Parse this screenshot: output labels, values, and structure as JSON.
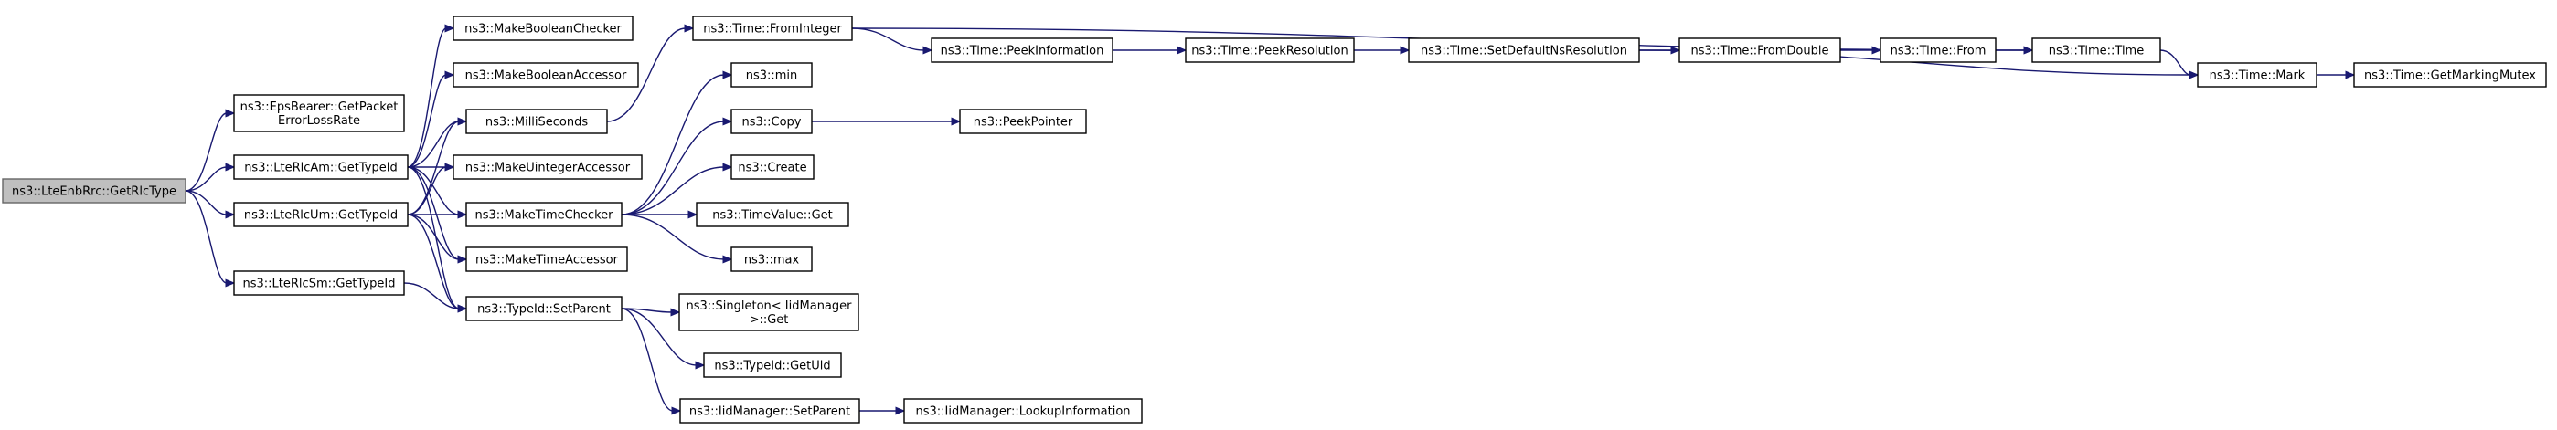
{
  "diagram": {
    "nodes": [
      {
        "id": "root",
        "lines": [
          "ns3::LteEnbRrc::GetRlcType"
        ],
        "root": true
      },
      {
        "id": "eps",
        "lines": [
          "ns3::EpsBearer::GetPacket",
          "ErrorLossRate"
        ]
      },
      {
        "id": "am",
        "lines": [
          "ns3::LteRlcAm::GetTypeId"
        ]
      },
      {
        "id": "um",
        "lines": [
          "ns3::LteRlcUm::GetTypeId"
        ]
      },
      {
        "id": "sm",
        "lines": [
          "ns3::LteRlcSm::GetTypeId"
        ]
      },
      {
        "id": "mbc",
        "lines": [
          "ns3::MakeBooleanChecker"
        ]
      },
      {
        "id": "mba",
        "lines": [
          "ns3::MakeBooleanAccessor"
        ]
      },
      {
        "id": "ms",
        "lines": [
          "ns3::MilliSeconds"
        ]
      },
      {
        "id": "mua",
        "lines": [
          "ns3::MakeUintegerAccessor"
        ]
      },
      {
        "id": "mtc",
        "lines": [
          "ns3::MakeTimeChecker"
        ]
      },
      {
        "id": "mta",
        "lines": [
          "ns3::MakeTimeAccessor"
        ]
      },
      {
        "id": "sp",
        "lines": [
          "ns3::TypeId::SetParent"
        ]
      },
      {
        "id": "tfi",
        "lines": [
          "ns3::Time::FromInteger"
        ]
      },
      {
        "id": "min",
        "lines": [
          "ns3::min"
        ]
      },
      {
        "id": "copy",
        "lines": [
          "ns3::Copy"
        ]
      },
      {
        "id": "create",
        "lines": [
          "ns3::Create"
        ]
      },
      {
        "id": "tvg",
        "lines": [
          "ns3::TimeValue::Get"
        ]
      },
      {
        "id": "max",
        "lines": [
          "ns3::max"
        ]
      },
      {
        "id": "sing",
        "lines": [
          "ns3::Singleton< IidManager",
          " >::Get"
        ]
      },
      {
        "id": "guid",
        "lines": [
          "ns3::TypeId::GetUid"
        ]
      },
      {
        "id": "iisp",
        "lines": [
          "ns3::IidManager::SetParent"
        ]
      },
      {
        "id": "tpi",
        "lines": [
          "ns3::Time::PeekInformation"
        ]
      },
      {
        "id": "ppp",
        "lines": [
          "ns3::PeekPointer"
        ]
      },
      {
        "id": "ili",
        "lines": [
          "ns3::IidManager::LookupInformation"
        ]
      },
      {
        "id": "tpr",
        "lines": [
          "ns3::Time::PeekResolution"
        ]
      },
      {
        "id": "tsdr",
        "lines": [
          "ns3::Time::SetDefaultNsResolution"
        ]
      },
      {
        "id": "tfd",
        "lines": [
          "ns3::Time::FromDouble"
        ]
      },
      {
        "id": "tfrom",
        "lines": [
          "ns3::Time::From"
        ]
      },
      {
        "id": "ttime",
        "lines": [
          "ns3::Time::Time"
        ]
      },
      {
        "id": "tmark",
        "lines": [
          "ns3::Time::Mark"
        ]
      },
      {
        "id": "tgmm",
        "lines": [
          "ns3::Time::GetMarkingMutex"
        ]
      }
    ],
    "edges": [
      [
        "root",
        "eps"
      ],
      [
        "root",
        "am"
      ],
      [
        "root",
        "um"
      ],
      [
        "root",
        "sm"
      ],
      [
        "am",
        "mbc"
      ],
      [
        "am",
        "mba"
      ],
      [
        "am",
        "ms"
      ],
      [
        "am",
        "mua"
      ],
      [
        "am",
        "mtc"
      ],
      [
        "am",
        "mta"
      ],
      [
        "am",
        "sp"
      ],
      [
        "um",
        "ms"
      ],
      [
        "um",
        "mua"
      ],
      [
        "um",
        "mtc"
      ],
      [
        "um",
        "mta"
      ],
      [
        "um",
        "sp"
      ],
      [
        "sm",
        "sp"
      ],
      [
        "ms",
        "tfi"
      ],
      [
        "mtc",
        "min"
      ],
      [
        "mtc",
        "copy"
      ],
      [
        "mtc",
        "create"
      ],
      [
        "mtc",
        "tvg"
      ],
      [
        "mtc",
        "max"
      ],
      [
        "copy",
        "ppp"
      ],
      [
        "sp",
        "sing"
      ],
      [
        "sp",
        "guid"
      ],
      [
        "sp",
        "iisp"
      ],
      [
        "iisp",
        "ili"
      ],
      [
        "tfi",
        "tpi"
      ],
      [
        "tfi",
        "ttime"
      ],
      [
        "tpi",
        "tpr"
      ],
      [
        "tpr",
        "tsdr"
      ],
      [
        "tsdr",
        "tfd"
      ],
      [
        "tsdr",
        "tmark"
      ],
      [
        "tfd",
        "tfrom"
      ],
      [
        "tfrom",
        "ttime"
      ],
      [
        "ttime",
        "tmark"
      ],
      [
        "tmark",
        "tgmm"
      ]
    ]
  }
}
